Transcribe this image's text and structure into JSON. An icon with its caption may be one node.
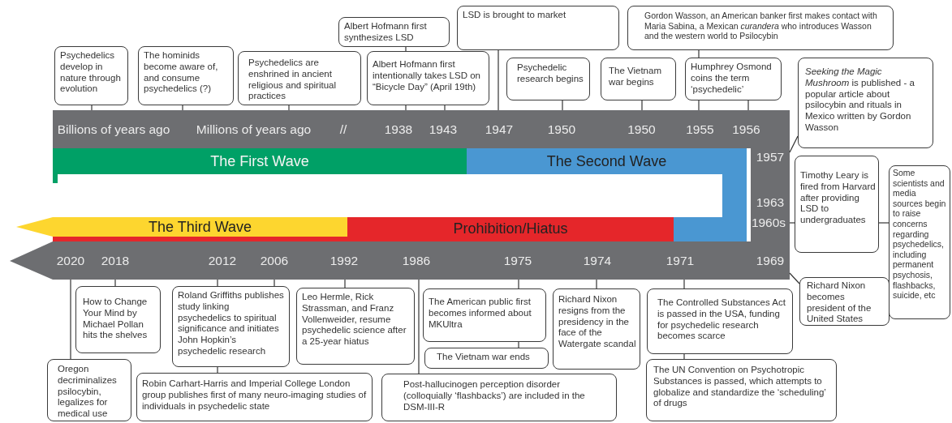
{
  "diagram": {
    "nodes": [
      {
        "text": [
          "Psychedelics develop in nature through evolution"
        ]
      },
      {
        "text": [
          "The hominids become aware of, and consume psychedelics (?)"
        ]
      },
      {
        "text": [
          "Psychedelics are enshrined in ancient religious and spiritual practices"
        ]
      },
      {
        "text": [
          "Albert Hofmann first synthesizes LSD"
        ]
      },
      {
        "text": [
          "Albert Hofmann first intentionally takes LSD on “Bicycle Day” (April 19th)"
        ]
      },
      {
        "text": [
          "LSD is brought to market"
        ]
      },
      {
        "text": [
          "Psychedelic research begins"
        ]
      },
      {
        "text": [
          "The Vietnam war begins"
        ]
      },
      {
        "text": [
          "Gordon Wasson, an American banker first makes contact with Maria Sabina, a Mexican *curandera* who introduces Wasson and the western world to Psilocybin"
        ]
      },
      {
        "text": [
          "Humphrey Osmond coins the term ‘psychedelic’"
        ]
      },
      {
        "text": [
          "*Seeking the Magic Mushroom* is published - a popular article about psilocybin and rituals in Mexico written by Gordon Wasson"
        ]
      },
      {
        "text": [
          "Timothy Leary is fired from Harvard after providing LSD to undergraduates"
        ]
      },
      {
        "text": [
          "Some scientists and media sources begin to raise concerns regarding psychedelics, including permanent psychosis, flashbacks, suicide, etc"
        ]
      },
      {
        "text": [
          "Richard Nixon becomes president of the United States"
        ]
      },
      {
        "text": [
          "How to Change Your Mind by Michael Pollan hits the shelves"
        ]
      },
      {
        "text": [
          "Roland Griffiths publishes study linking psychedelics to spiritual significance and initiates John Hopkin’s psychedelic research"
        ]
      },
      {
        "text": [
          "Leo Hermle, Rick Strassman, and Franz Vollenweider, resume psychedelic science after a 25-year hiatus"
        ]
      },
      {
        "text": [
          "The American public first becomes informed about MKUltra"
        ]
      },
      {
        "text": [
          "The Vietnam war ends"
        ]
      },
      {
        "text": [
          "Richard Nixon resigns from the presidency in the face of the Watergate scandal"
        ]
      },
      {
        "text": [
          "The Controlled Substances Act is passed in the USA, funding for psychedelic research becomes scarce"
        ]
      },
      {
        "text": [
          "Oregon decriminalizes psilocybin, legalizes for medical use"
        ]
      },
      {
        "text": [
          "Robin Carhart-Harris and Imperial College London group publishes first of many neuro-imaging studies of individuals in psychedelic state"
        ]
      },
      {
        "text": [
          "Post-hallucinogen perception disorder (colloquially ‘flashbacks’) are included in the DSM-III-R"
        ]
      },
      {
        "text": [
          "The UN Convention on Psychotropic Substances is passed, which attempts to globalize and standardize the ‘scheduling’ of drugs"
        ]
      },
      {
        "text": [
          "The First Wave"
        ]
      },
      {
        "text": [
          "The Second Wave"
        ]
      },
      {
        "text": [
          "The Third Wave"
        ]
      },
      {
        "text": [
          "Prohibition/Hiatus"
        ]
      },
      {
        "text": [
          "Billions of years ago"
        ]
      },
      {
        "text": [
          "Millions of years ago"
        ]
      },
      {
        "text": [
          "1938"
        ]
      },
      {
        "text": [
          "1943"
        ]
      },
      {
        "text": [
          "1947"
        ]
      },
      {
        "text": [
          "1950"
        ]
      },
      {
        "text": [
          "1950"
        ]
      },
      {
        "text": [
          "1955"
        ]
      },
      {
        "text": [
          "1956"
        ]
      },
      {
        "text": [
          "1957"
        ]
      },
      {
        "text": [
          "1960s"
        ]
      },
      {
        "text": [
          "1969"
        ]
      },
      {
        "text": [
          "1971"
        ]
      },
      {
        "text": [
          "1974"
        ]
      },
      {
        "text": [
          "1975"
        ]
      },
      {
        "text": [
          "1986"
        ]
      },
      {
        "text": [
          "1992"
        ]
      },
      {
        "text": [
          "2006"
        ]
      },
      {
        "text": [
          "2012"
        ]
      },
      {
        "text": [
          "2018"
        ]
      },
      {
        "text": [
          "2020"
        ]
      }
    ],
    "edges": [
      {
        "from": 0,
        "to": 29,
        "arrow": "none"
      },
      {
        "from": 1,
        "to": 30,
        "arrow": "none"
      },
      {
        "from": 2,
        "to": 30,
        "arrow": "none"
      },
      {
        "from": 3,
        "to": 4,
        "arrow": "none"
      },
      {
        "from": 4,
        "to": 31,
        "arrow": "none"
      },
      {
        "from": 4,
        "to": 32,
        "arrow": "none"
      },
      {
        "from": 5,
        "to": 33,
        "arrow": "none"
      },
      {
        "from": 6,
        "to": 34,
        "arrow": "none"
      },
      {
        "from": 7,
        "to": 35,
        "arrow": "none"
      },
      {
        "from": 8,
        "to": 9,
        "arrow": "none"
      },
      {
        "from": 9,
        "to": 36,
        "arrow": "none"
      },
      {
        "from": 9,
        "to": 37,
        "arrow": "none"
      },
      {
        "from": 10,
        "to": 38,
        "arrow": "none"
      },
      {
        "from": 11,
        "to": 39,
        "arrow": "none"
      },
      {
        "from": 12,
        "to": 11,
        "arrow": "none"
      },
      {
        "from": 13,
        "to": 40,
        "arrow": "none"
      },
      {
        "from": 49,
        "to": 21,
        "arrow": "none"
      },
      {
        "from": 48,
        "to": 14,
        "arrow": "none"
      },
      {
        "from": 47,
        "to": 15,
        "arrow": "none"
      },
      {
        "from": 46,
        "to": 15,
        "arrow": "none"
      },
      {
        "from": 15,
        "to": 22,
        "arrow": "none"
      },
      {
        "from": 45,
        "to": 16,
        "arrow": "none"
      },
      {
        "from": 44,
        "to": 23,
        "arrow": "none"
      },
      {
        "from": 43,
        "to": 17,
        "arrow": "none"
      },
      {
        "from": 17,
        "to": 18,
        "arrow": "none"
      },
      {
        "from": 42,
        "to": 19,
        "arrow": "none"
      },
      {
        "from": 41,
        "to": 20,
        "arrow": "none"
      },
      {
        "from": 20,
        "to": 24,
        "arrow": "none"
      }
    ],
    "labels": [
      "//",
      "1963"
    ]
  }
}
